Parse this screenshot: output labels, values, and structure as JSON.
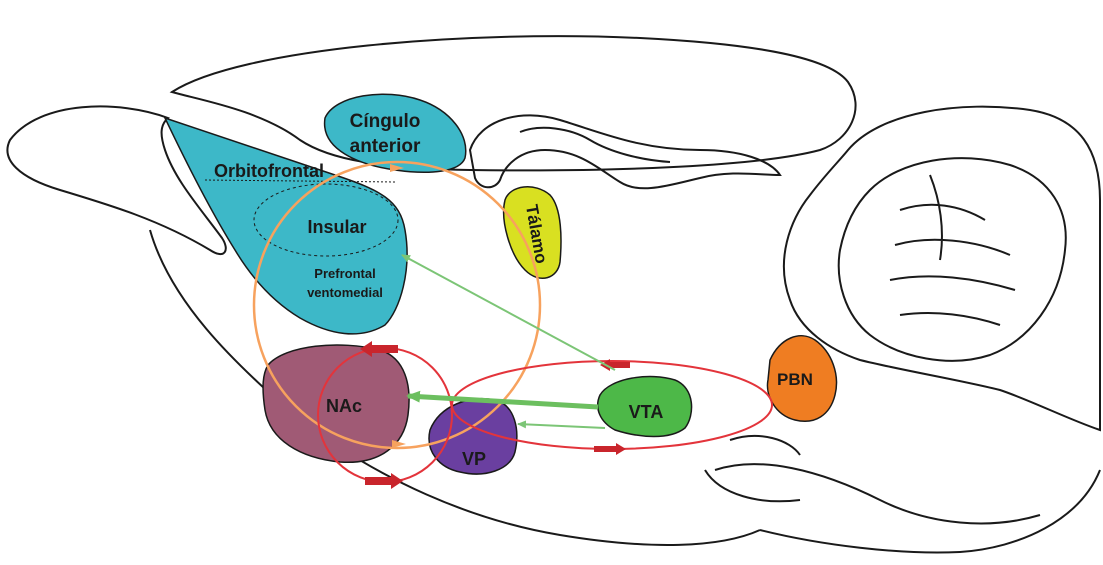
{
  "diagram": {
    "regions": {
      "cingulo_line1": "Cíngulo",
      "cingulo_line2": "anterior",
      "orbitofrontal": "Orbitofrontal",
      "insular": "Insular",
      "prefrontal_line1": "Prefrontal",
      "prefrontal_line2": "ventomedial",
      "talamo": "Tálamo",
      "nac": "NAc",
      "vp": "VP",
      "vta": "VTA",
      "pbn": "PBN"
    },
    "colors": {
      "prefrontal_cyan": "#3db8c8",
      "talamo_yellow": "#d9e021",
      "nac_mauve": "#a05a75",
      "vp_purple": "#6a3fa0",
      "vta_green": "#4db848",
      "pbn_orange": "#ef7d22",
      "orange_loop": "#f7a25e",
      "red_loop": "#e3343b",
      "green_arrow": "#7cc576"
    }
  }
}
